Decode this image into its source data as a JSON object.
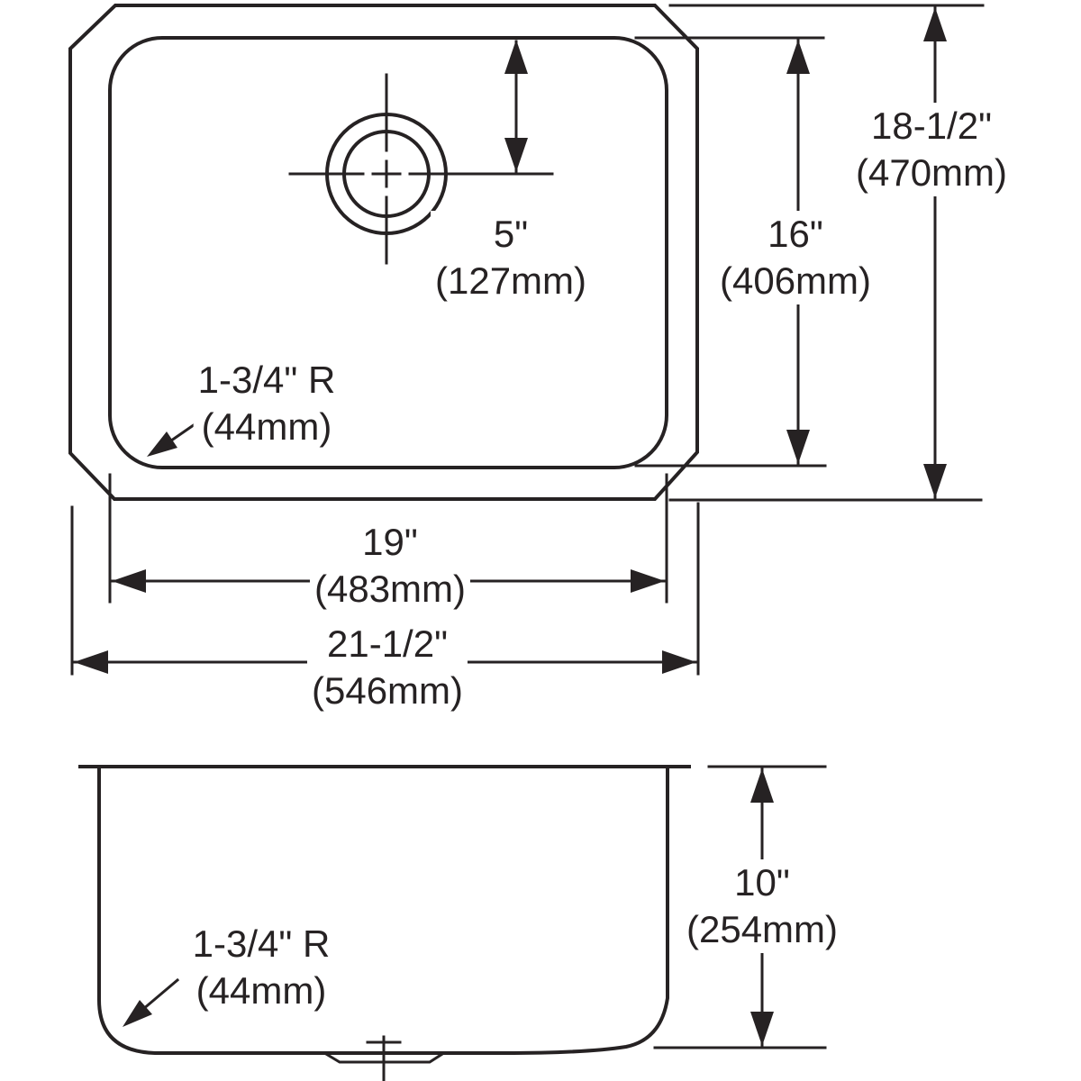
{
  "drawing": {
    "type": "sink-dimension-drawing",
    "line_color": "#262223",
    "background_color": "#ffffff",
    "labels": {
      "hole_offset": {
        "line1": "5\"",
        "line2": "(127mm)"
      },
      "bowl_depth": {
        "line1": "16\"",
        "line2": "(406mm)"
      },
      "overall_depth": {
        "line1": "18-1/2\"",
        "line2": "(470mm)"
      },
      "bowl_width": {
        "line1": "19\"",
        "line2": "(483mm)"
      },
      "overall_width": {
        "line1": "21-1/2\"",
        "line2": "(546mm)"
      },
      "radius_top": {
        "line1": "1-3/4\" R",
        "line2": "(44mm)"
      },
      "radius_side": {
        "line1": "1-3/4\" R",
        "line2": "(44mm)"
      },
      "bowl_height": {
        "line1": "10\"",
        "line2": "(254mm)"
      }
    }
  }
}
